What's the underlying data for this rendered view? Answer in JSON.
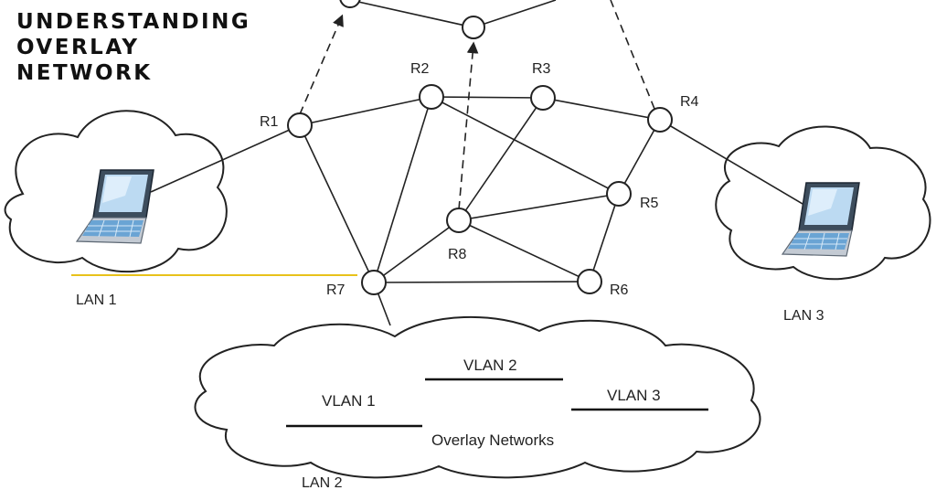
{
  "title": {
    "line1": "UNDERSTANDING",
    "line2": "OVERLAY",
    "line3": "NETWORK"
  },
  "routers": {
    "r1": "R1",
    "r2": "R2",
    "r3": "R3",
    "r4": "R4",
    "r5": "R5",
    "r6": "R6",
    "r7": "R7",
    "r8": "R8"
  },
  "lans": {
    "lan1": "LAN 1",
    "lan2": "LAN 2",
    "lan3": "LAN 3"
  },
  "overlay": {
    "label": "Overlay Networks",
    "vlan1": "VLAN 1",
    "vlan2": "VLAN 2",
    "vlan3": "VLAN 3"
  },
  "icons": {
    "laptop": "laptop-icon",
    "router": "router-node",
    "cloud": "cloud-shape"
  },
  "colors": {
    "highlight_line": "#e8c21a",
    "line": "#222222"
  }
}
